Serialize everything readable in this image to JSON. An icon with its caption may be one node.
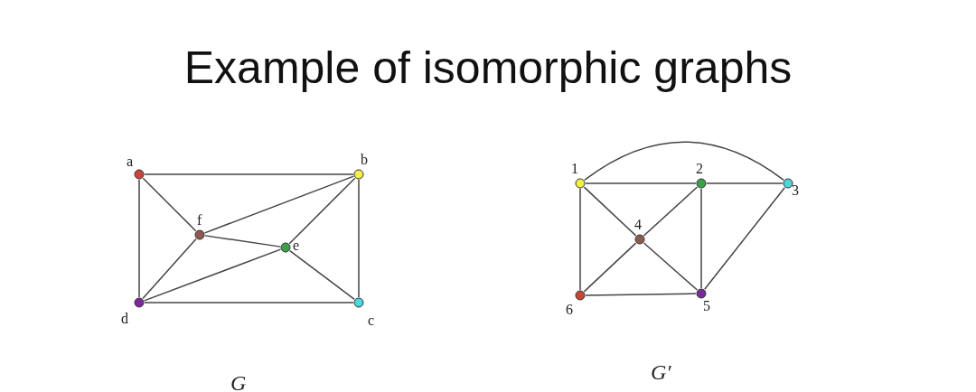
{
  "diagram": {
    "title": "Example of isomorphic graphs",
    "nodes": [
      {
        "text": [],
        "shape": "circle",
        "beside": [
          "a"
        ]
      },
      {
        "text": [],
        "shape": "circle",
        "beside": [
          "b"
        ]
      },
      {
        "text": [],
        "shape": "circle",
        "beside": [
          "f"
        ]
      },
      {
        "text": [],
        "shape": "circle",
        "beside": [
          "e"
        ]
      },
      {
        "text": [],
        "shape": "circle",
        "beside": [
          "d"
        ]
      },
      {
        "text": [],
        "shape": "circle",
        "beside": [
          "c"
        ]
      },
      {
        "text": [],
        "shape": "circle",
        "beside": [
          "1"
        ]
      },
      {
        "text": [],
        "shape": "circle",
        "beside": [
          "2"
        ]
      },
      {
        "text": [],
        "shape": "circle",
        "beside": [
          "3"
        ]
      },
      {
        "text": [],
        "shape": "circle",
        "beside": [
          "4"
        ]
      },
      {
        "text": [],
        "shape": "circle",
        "beside": [
          "6"
        ]
      },
      {
        "text": [],
        "shape": "circle",
        "beside": [
          "5"
        ]
      }
    ],
    "edges": [
      {
        "from": 0,
        "to": 1,
        "arrow": "none"
      },
      {
        "from": 0,
        "to": 4,
        "arrow": "none"
      },
      {
        "from": 0,
        "to": 2,
        "arrow": "none"
      },
      {
        "from": 1,
        "to": 2,
        "arrow": "none"
      },
      {
        "from": 1,
        "to": 3,
        "arrow": "none"
      },
      {
        "from": 1,
        "to": 5,
        "arrow": "none"
      },
      {
        "from": 2,
        "to": 3,
        "arrow": "none"
      },
      {
        "from": 2,
        "to": 4,
        "arrow": "none"
      },
      {
        "from": 3,
        "to": 4,
        "arrow": "none"
      },
      {
        "from": 3,
        "to": 5,
        "arrow": "none"
      },
      {
        "from": 4,
        "to": 5,
        "arrow": "none"
      },
      {
        "from": 6,
        "to": 7,
        "arrow": "none"
      },
      {
        "from": 6,
        "to": 8,
        "arrow": "none"
      },
      {
        "from": 7,
        "to": 8,
        "arrow": "none"
      },
      {
        "from": 6,
        "to": 9,
        "arrow": "none"
      },
      {
        "from": 6,
        "to": 10,
        "arrow": "none"
      },
      {
        "from": 7,
        "to": 9,
        "arrow": "none"
      },
      {
        "from": 7,
        "to": 11,
        "arrow": "none"
      },
      {
        "from": 8,
        "to": 11,
        "arrow": "none"
      },
      {
        "from": 9,
        "to": 10,
        "arrow": "none"
      },
      {
        "from": 9,
        "to": 11,
        "arrow": "none"
      },
      {
        "from": 10,
        "to": 11,
        "arrow": "none"
      }
    ],
    "labels": [
      "G",
      "G′"
    ]
  }
}
